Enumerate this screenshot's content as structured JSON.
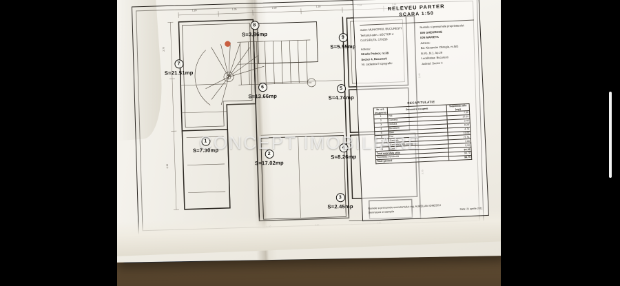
{
  "media": {
    "kind": "photo-of-architectural-drawing",
    "watermark": "CONCEPT IMOBILIARE",
    "background_color": "#000000",
    "desk_color": "#6a5337",
    "tape_color": "#15468c",
    "paper_color": "#f6f3ec",
    "ink_color": "#1a1814"
  },
  "title_block": {
    "title": "RELEVEU PARTER",
    "scale": "SCARA 1:50",
    "left_column": [
      "Judet: MUNICIPIUL BUCURESTI",
      "Teritoriul adm.: SECTOR 4",
      "Cod SIRUTA: 179158",
      "",
      "Adresa:",
      "Strada Pridvor, nr.38",
      "Sector 4, Bucuresti",
      "Nr. cadastral / topografic:"
    ],
    "right_column": [
      "Numele si prenumele proprietarului:",
      "ION GHEORGHE",
      "ION MARIETA",
      "Adresa:",
      "Bd. Alexandru Obregia, nr.l5/3",
      "B.I/G, bl.1, Ap.29",
      "Localitatea: Bucuresti",
      "Judetul: Sector 4"
    ],
    "signature_left": "Numele si prenumele executantului: ing. AURELIAN IONESCU",
    "signature_left2": "Semnatura si stampila",
    "signature_right": "Data: 21 aprilie 2011"
  },
  "recap": {
    "caption": "RECAPITULATIE",
    "headers": [
      "Nr. crt. Incaperea",
      "Denumire Incaperii",
      "Suprafata utila (mp)"
    ],
    "rows": [
      {
        "no": "1",
        "name": "Hol",
        "area": "7.30"
      },
      {
        "no": "2",
        "name": "Camera",
        "area": "17.02"
      },
      {
        "no": "3",
        "name": "Debara",
        "area": "2.45"
      },
      {
        "no": "4",
        "name": "Bucatarie",
        "area": "8.26"
      },
      {
        "no": "5",
        "name": "Baie",
        "area": "4.74"
      },
      {
        "no": "6",
        "name": "Hol",
        "area": "13.66"
      },
      {
        "no": "7",
        "name": "Camera",
        "area": "21.51"
      },
      {
        "no": "8",
        "name": "Camera (casa scarii)",
        "area": "3.86"
      },
      {
        "no": "9",
        "name": "Baie",
        "area": "5.55"
      }
    ],
    "total_label": "Total suprafata utila",
    "total_value": "84.35",
    "extra_label": "Suprafata construita",
    "extra_value": "98.70",
    "extra2_label": "Total general",
    "extra2_value": "98.70"
  },
  "rooms": [
    {
      "id": "1",
      "area": "S=7.30mp"
    },
    {
      "id": "2",
      "area": "S=17.02mp"
    },
    {
      "id": "3",
      "area": "S=2.45mp"
    },
    {
      "id": "4",
      "area": "S=8.26mp"
    },
    {
      "id": "5",
      "area": "S=4.74mp"
    },
    {
      "id": "6",
      "area": "S=13.66mp"
    },
    {
      "id": "7",
      "area": "S=21.51mp"
    },
    {
      "id": "8",
      "area": "S=3.86mp"
    },
    {
      "id": "9",
      "area": "S=5.55mp"
    }
  ]
}
